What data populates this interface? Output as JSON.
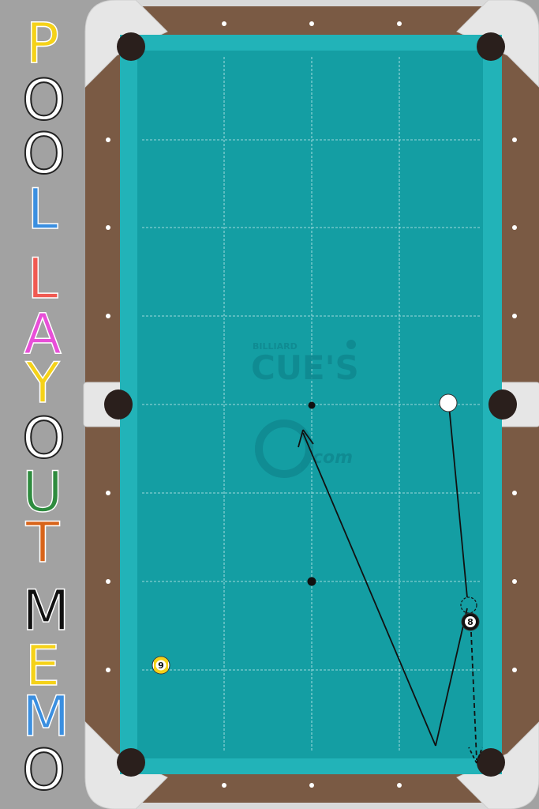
{
  "sidebar": {
    "letters": [
      {
        "char": "P",
        "color": "#f5d219"
      },
      {
        "char": "O",
        "color": "#ffffff"
      },
      {
        "char": "O",
        "color": "#ffffff"
      },
      {
        "char": "L",
        "color": "#3b8fe0"
      },
      {
        "char": "L",
        "color": "#f05a52"
      },
      {
        "char": "A",
        "color": "#e84fd8"
      },
      {
        "char": "Y",
        "color": "#f5d219"
      },
      {
        "char": "O",
        "color": "#ffffff"
      },
      {
        "char": "U",
        "color": "#2e8b3e"
      },
      {
        "char": "T",
        "color": "#d8641a"
      },
      {
        "char": "M",
        "color": "#111111"
      },
      {
        "char": "E",
        "color": "#f5d219"
      },
      {
        "char": "M",
        "color": "#3b8fe0"
      },
      {
        "char": "O",
        "color": "#ffffff"
      }
    ]
  },
  "table": {
    "felt_color": "#149ea3",
    "cushion_color": "#22b3b8",
    "rail_color": "#7a5a44",
    "pocket_color": "#2a1f1c",
    "logo": {
      "line1": "BILLIARD",
      "line2": "CUE'S",
      "line3": "com"
    },
    "balls": [
      {
        "id": "cue",
        "label": "",
        "color": "#ffffff"
      },
      {
        "id": "eight",
        "label": "8",
        "color": "#111111"
      },
      {
        "id": "nine",
        "label": "9",
        "color": "#f5d219"
      }
    ]
  }
}
